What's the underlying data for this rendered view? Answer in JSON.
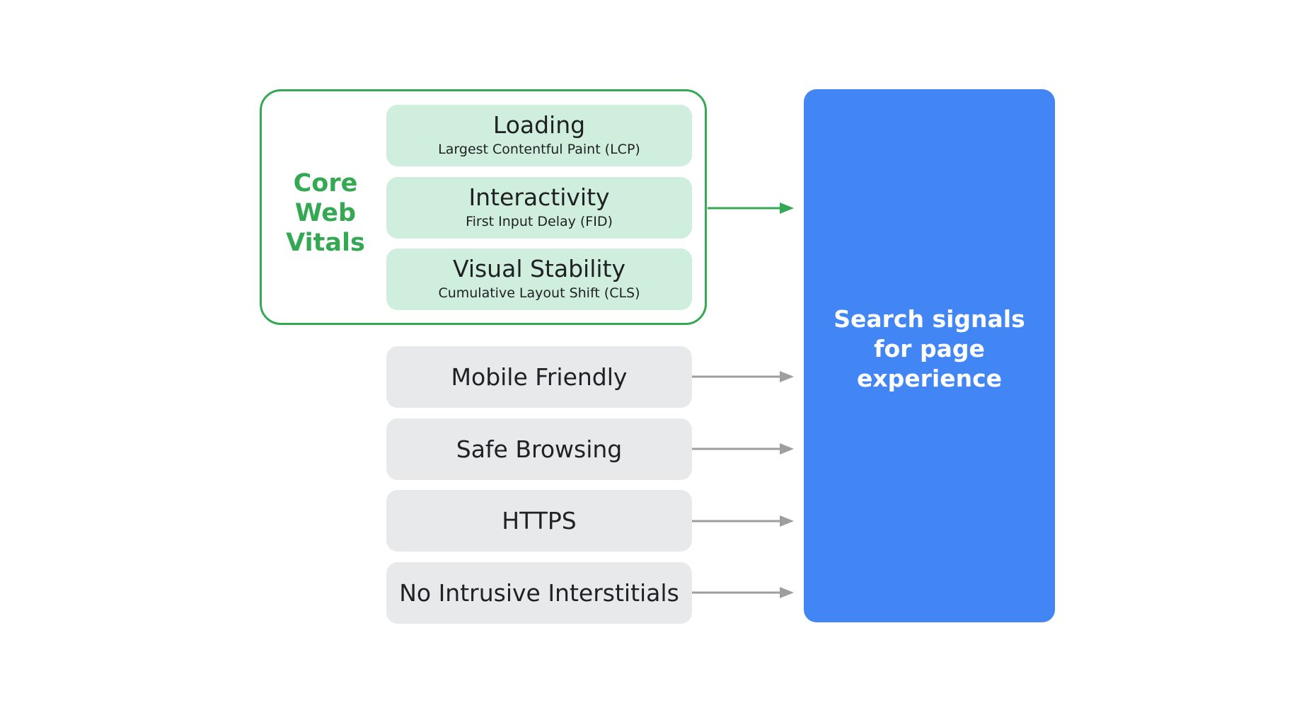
{
  "core_web_vitals": {
    "label_lines": [
      "Core",
      "Web",
      "Vitals"
    ],
    "color": "#34a853",
    "metrics": [
      {
        "title": "Loading",
        "subtitle": "Largest Contentful Paint (LCP)"
      },
      {
        "title": "Interactivity",
        "subtitle": "First Input Delay (FID)"
      },
      {
        "title": "Visual Stability",
        "subtitle": "Cumulative Layout Shift (CLS)"
      }
    ],
    "metric_fill": "#cfeedd"
  },
  "other_signals": [
    {
      "label": "Mobile Friendly"
    },
    {
      "label": "Safe Browsing"
    },
    {
      "label": "HTTPS"
    },
    {
      "label": "No Intrusive Interstitials"
    }
  ],
  "result": {
    "lines": [
      "Search signals",
      "for page",
      "experience"
    ],
    "color": "#4285f4"
  },
  "arrow_colors": {
    "core_web_vitals": "#34a853",
    "other": "#9e9e9e"
  }
}
